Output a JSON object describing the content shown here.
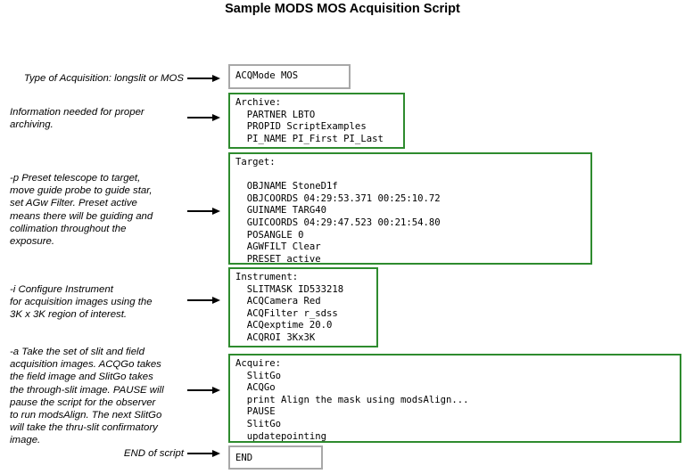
{
  "title": "Sample MODS MOS Acquisition Script",
  "notes": {
    "acq_type": [
      "Type of Acquisition: longslit or MOS"
    ],
    "archive": [
      "Information needed for proper",
      "archiving."
    ],
    "target": [
      "-p   Preset telescope to target,",
      "move guide probe to guide star,",
      "set AGw Filter. Preset active",
      "means there will be guiding and",
      "collimation throughout the",
      "exposure."
    ],
    "instrument": [
      "-i           Configure Instrument",
      "for acquisition images using the",
      "3K x 3K region of interest."
    ],
    "acquire": [
      "-a     Take the set of slit and field",
      "acquisition images. ACQGo takes",
      "the field image and SlitGo takes",
      "the through-slit image. PAUSE will",
      "pause the script for the observer",
      "to run modsAlign. The next SlitGo",
      "will take the thru-slit confirmatory",
      "image."
    ],
    "end": [
      "END of script"
    ]
  },
  "boxes": {
    "acq_type": [
      "ACQMode MOS"
    ],
    "archive": [
      "Archive:",
      "  PARTNER LBTO",
      "  PROPID ScriptExamples",
      "  PI_NAME PI_First PI_Last"
    ],
    "target": [
      "Target:",
      "",
      "  OBJNAME StoneD1f",
      "  OBJCOORDS 04:29:53.371 00:25:10.72",
      "  GUINAME TARG40",
      "  GUICOORDS 04:29:47.523 00:21:54.80",
      "  POSANGLE 0",
      "  AGWFILT Clear",
      "  PRESET active"
    ],
    "instrument": [
      "Instrument:",
      "  SLITMASK ID533218",
      "  ACQCamera Red",
      "  ACQFilter r_sdss",
      "  ACQexptime 20.0",
      "  ACQROI 3Kx3K"
    ],
    "acquire": [
      "Acquire:",
      "  SlitGo",
      "  ACQGo",
      "  print Align the mask using modsAlign...",
      "  PAUSE",
      "  SlitGo",
      "  updatepointing"
    ],
    "end": [
      "END"
    ]
  },
  "colors": {
    "box_border_green": "#2e8b2e",
    "box_border_gray": "#a8a8a8",
    "arrow": "#000000"
  }
}
